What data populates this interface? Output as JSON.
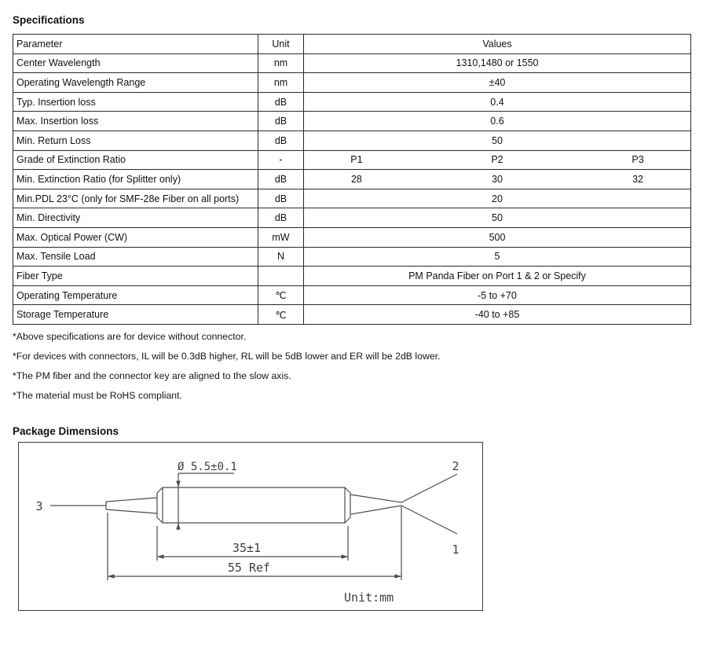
{
  "specifications": {
    "title": "Specifications",
    "table": {
      "headers": {
        "parameter": "Parameter",
        "unit": "Unit",
        "values": "Values"
      },
      "rows": [
        {
          "parameter": "Center Wavelength",
          "unit": "nm",
          "value": "1310,1480 or 1550"
        },
        {
          "parameter": "Operating Wavelength Range",
          "unit": "nm",
          "value": "±40"
        },
        {
          "parameter": "Typ. Insertion loss",
          "unit": "dB",
          "value": "0.4"
        },
        {
          "parameter": "Max. Insertion loss",
          "unit": "dB",
          "value": "0.6"
        },
        {
          "parameter": "Min. Return Loss",
          "unit": "dB",
          "value": "50"
        },
        {
          "parameter": "Grade of Extinction Ratio",
          "unit": "-",
          "values3": [
            "P1",
            "P2",
            "P3"
          ]
        },
        {
          "parameter": "Min. Extinction Ratio (for Splitter only)",
          "unit": "dB",
          "values3": [
            "28",
            "30",
            "32"
          ]
        },
        {
          "parameter": "Min.PDL 23°C (only for SMF-28e Fiber on all ports)",
          "unit": "dB",
          "value": "20"
        },
        {
          "parameter": "Min. Directivity",
          "unit": "dB",
          "value": "50"
        },
        {
          "parameter": "Max. Optical Power (CW)",
          "unit": "mW",
          "value": "500"
        },
        {
          "parameter": "Max. Tensile Load",
          "unit": "N",
          "value": "5"
        },
        {
          "parameter": "Fiber Type",
          "unit": "",
          "value": "PM Panda Fiber on Port 1 & 2 or Specify"
        },
        {
          "parameter": "Operating Temperature",
          "unit": "℃",
          "value": "-5 to +70"
        },
        {
          "parameter": "Storage Temperature",
          "unit": "℃",
          "value": "-40 to +85"
        }
      ]
    },
    "footnotes": [
      "*Above specifications are for device without connector.",
      "*For devices with connectors, IL will be 0.3dB higher, RL will be 5dB lower and ER will be 2dB lower.",
      "*The PM fiber and the connector key are aligned to the slow axis.",
      "*The material must be RoHS compliant."
    ]
  },
  "package_dimensions": {
    "title": "Package Dimensions",
    "unit_note": "Unit:mm",
    "labels": {
      "diameter": "Ø 5.5±0.1",
      "body_length": "35±1",
      "overall_length": "55 Ref",
      "port1": "1",
      "port2": "2",
      "port3": "3"
    }
  }
}
